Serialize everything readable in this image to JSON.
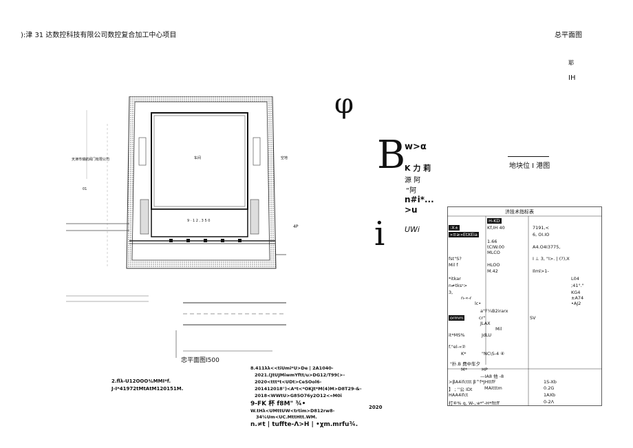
{
  "header": {
    "project_title": "):津 31 达数控科技有限公司数控复合加工中心项目",
    "sheet_title": "总平面图",
    "corner_mark": "耶",
    "corner_ih": "IH"
  },
  "plan": {
    "caption": "忠平面图I500",
    "label_left": "天津市瑞航阀门有限公司",
    "label_building_top": "车间",
    "label_building_bottom": "9 · 1 2 , 3 5 0",
    "label_right": "空地",
    "label_01": "01",
    "label_4p": "4P"
  },
  "legend": {
    "phi": "φ",
    "line1": "w>α",
    "big_b": "B",
    "line2": "K 力 莉",
    "line3": "源 阿",
    "line4": "“阿",
    "line5": "n#i*...",
    "line6": ">u",
    "big_i": "i",
    "line7": "UWi"
  },
  "location": {
    "label": "地块位 I 港图"
  },
  "table": {
    "title": "济技术指标表",
    "rows": [
      [
        "",
        "H-KD",
        ""
      ],
      [
        ":X±",
        "Kf,IH 40",
        "7191,<"
      ],
      [
        "»≡≥»EtXEia",
        "",
        "6, OI.IO"
      ],
      [
        "",
        "1.66",
        ""
      ],
      [
        "",
        "tCIW.00",
        "A4.O4I3775,"
      ],
      [
        "",
        "MLCO",
        ""
      ],
      [
        "fst\"S?",
        "",
        "I ⊥ 3, \"I>. | (?),X"
      ],
      [
        "Mil f",
        "HLOO",
        ""
      ],
      [
        "",
        "M.42",
        "Ilml>1-"
      ],
      [
        "*itkar",
        "",
        "L04"
      ],
      [
        "n≠tksˢ>",
        "",
        ";41°.\""
      ],
      [
        "3,",
        "",
        "KG4"
      ],
      [
        "",
        "n-«-r",
        "±A74"
      ],
      [
        "",
        "lc•",
        "•AJ2"
      ],
      [
        "",
        "a\"F¼B2irarx",
        ""
      ],
      [
        "ormm",
        "cr\"",
        "SV"
      ],
      [
        "",
        "JLAX",
        ""
      ],
      [
        "",
        "Mil",
        ""
      ],
      [
        "it*MS%",
        "JdLU",
        ""
      ],
      [
        "f.\"el-«②",
        "",
        ""
      ],
      [
        "K*",
        "\"NC\\S-4 ④",
        ""
      ],
      [
        "\"扑.B 费中车夕",
        "",
        ""
      ],
      [
        "M*",
        "HP",
        ""
      ],
      [
        "",
        "—IA8 他 -8",
        ""
      ],
      [
        ">βA4ifcttt β^f*JHttfF",
        "",
        "1S-Xb"
      ],
      [
        "】 ; ''公 IDt",
        "MAitttm",
        "0.2G"
      ],
      [
        "HAA4ifct",
        "",
        "1AXb"
      ],
      [
        "打⑥% q, W-,·e*\"-H*fttff",
        "",
        "0-2Λ"
      ]
    ]
  },
  "notes": {
    "a1": "2.flλ-U12OOO¾MMI*f.",
    "a2": "J-I*41972tMtAtM120151M.",
    "b1": "8.411λλ<<tiUmi*U>De | 2A1040-",
    "b2": "2021.(JtUJMiwmYftt/u>DG12/T99(>-",
    "b3": "2020<ttt*t<UDt>CeSOol6-",
    "b4": "201412018°)<A*t<*OKJt*M(4)M>D8T29-&-",
    "b5": "2018<WWtU>G85O76y2O12<«M0i",
    "b6": "9-FK 杯 f8M\" ¾•",
    "b7": "W.tHλ<UMttUW<trtim>D812rw8-",
    "b8": "34¼Um<UC.MttHtt.WM.",
    "b9": "n.≠t | tuffte-Λ>H | •χm.mrfu¾.",
    "year": "2020"
  }
}
